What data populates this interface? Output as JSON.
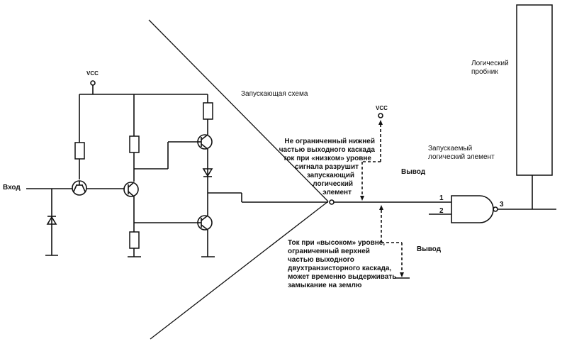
{
  "labels": {
    "vcc_left": "VCC",
    "vcc_right": "VCC",
    "input": "Вход",
    "driver_circuit": "Запускающая схема",
    "logic_probe_line1": "Логический",
    "logic_probe_line2": "пробник",
    "driven_element_line1": "Запускаемый",
    "driven_element_line2": "логический элемент",
    "output_top": "Вывод",
    "output_bottom": "Вывод",
    "pin1": "1",
    "pin2": "2",
    "pin3": "3"
  },
  "notes": {
    "low_level": [
      "Не ограниченный нижней",
      "частью выходного каскада",
      "ток при «низком» уровне",
      "сигнала разрушит",
      "запускающий",
      "логический",
      "элемент"
    ],
    "high_level": [
      "Ток при «высоком» уровне,",
      "ограниченный верхней",
      "частью выходного",
      "двухтранзисторного каскада,",
      "может временно выдерживать",
      "замыкание на землю"
    ]
  }
}
